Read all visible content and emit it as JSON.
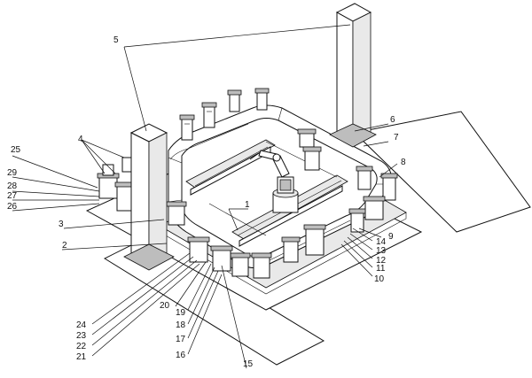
{
  "figure": {
    "labels": {
      "l1": "1",
      "l2": "2",
      "l3": "3",
      "l4": "4",
      "l5": "5",
      "l6": "6",
      "l7": "7",
      "l8": "8",
      "l9": "9",
      "l10": "10",
      "l11": "11",
      "l12": "12",
      "l13": "13",
      "l14": "14",
      "l15": "15",
      "l16": "16",
      "l17": "17",
      "l18": "18",
      "l19": "19",
      "l20": "20",
      "l21": "21",
      "l22": "22",
      "l23": "23",
      "l24": "24",
      "l25": "25",
      "l26": "26",
      "l27": "27",
      "l28": "28",
      "l29": "29"
    }
  }
}
